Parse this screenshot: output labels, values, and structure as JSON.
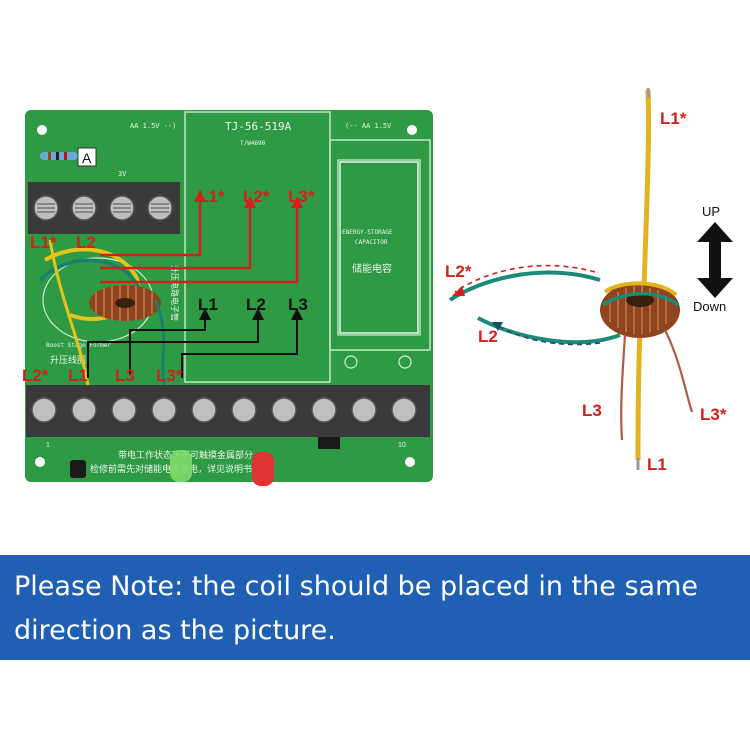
{
  "board": {
    "model": "TJ-56-519A",
    "submodel": "T/W4690",
    "battery_left": "AA 1.5V --)",
    "battery_right": "(-- AA 1.5V",
    "voltage_mark": "3V",
    "corner_tag": "A",
    "capacitor_title_1": "ENERGY-STORAGE",
    "capacitor_title_2": "CAPACITOR",
    "capacitor_cn": "储能电容",
    "boost_label": "Boost Stage Former",
    "boost_cn": "升压线圈",
    "vertical_cn": "升压电路电子管",
    "warning_line_1": "带电工作状态下不可触摸金属部分。",
    "warning_line_2": "检修前需先对储能电容放电，详见说明书。",
    "terminal_numbers": [
      "1",
      "10"
    ]
  },
  "labels": {
    "board_top": [
      "L1*",
      "L2*",
      "L3*"
    ],
    "board_mid": [
      "L1",
      "L2",
      "L3"
    ],
    "terminal_top_left": [
      "L1*",
      "L2"
    ],
    "terminal_bottom": [
      "L2*",
      "L1",
      "L3",
      "L3*"
    ],
    "coil": {
      "l1_star": "L1*",
      "l2_star": "L2*",
      "l2": "L2",
      "l3": "L3",
      "l3_star": "L3*",
      "l1": "L1"
    },
    "up": "UP",
    "down": "Down"
  },
  "colors": {
    "pcb": "#2e9a44",
    "label_red": "#d4201c",
    "note_bg": "#1f5fb4"
  },
  "note": {
    "text": "Please Note: the coil should be placed in the same direction as the picture."
  }
}
